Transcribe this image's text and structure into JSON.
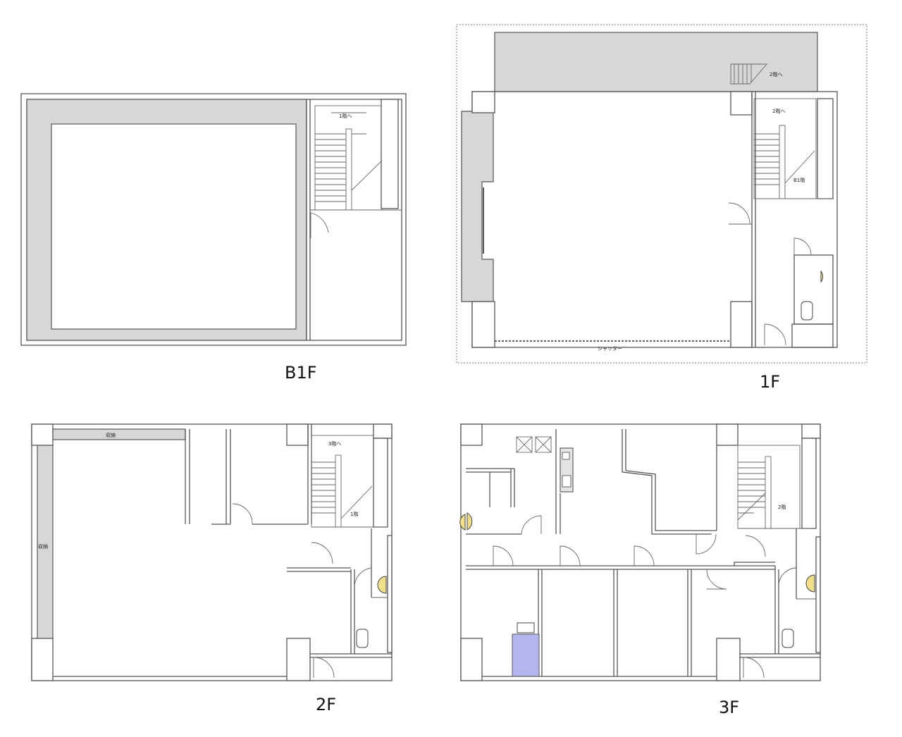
{
  "floors": [
    {
      "id": "b1f",
      "label": "B1F",
      "stair_note": "1階へ"
    },
    {
      "id": "1f",
      "label": "1F",
      "stair_note_upper": "2階へ",
      "stair_note_inner": "2階へ",
      "stair_note_down": "B1階",
      "shutter_label": "シャッター"
    },
    {
      "id": "2f",
      "label": "2F",
      "stair_note": "3階へ",
      "stair_note_down": "1階",
      "storage_top": "収納",
      "storage_left": "収納"
    },
    {
      "id": "3f",
      "label": "3F",
      "stair_note_down": "2階"
    }
  ],
  "colors": {
    "wall": "#555555",
    "shaded": "#d7d7d7",
    "bath": "#b3b6ee",
    "toilet": "#f2df8a"
  }
}
